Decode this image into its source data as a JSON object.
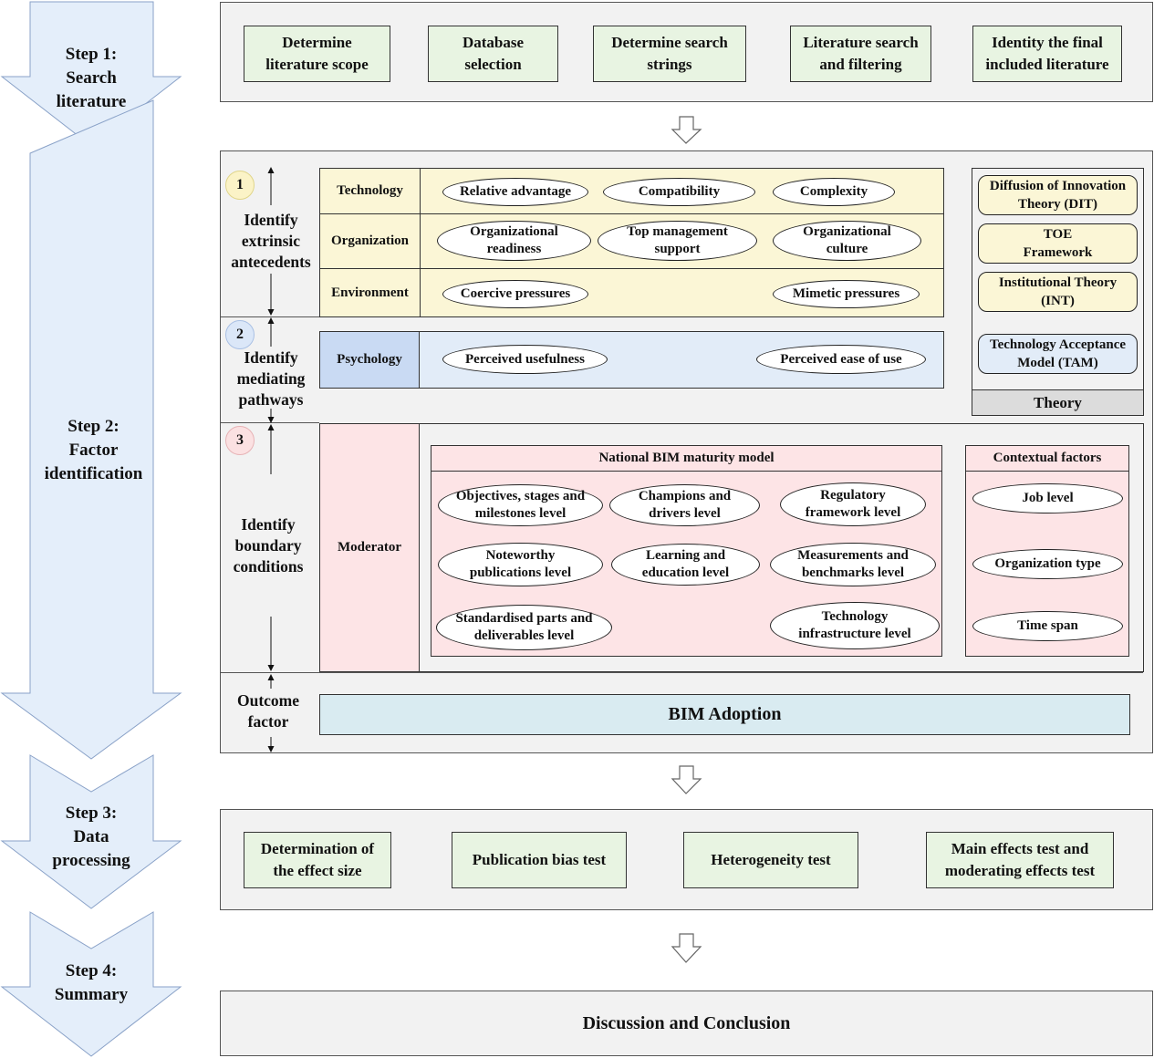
{
  "steps": [
    {
      "label": "Step 1:\nSearch\nliterature"
    },
    {
      "label": "Step 2:\nFactor\nidentification"
    },
    {
      "label": "Step 3:\nData\nprocessing"
    },
    {
      "label": "Step 4:\nSummary"
    }
  ],
  "search_flow": [
    "Determine\nliterature scope",
    "Database\nselection",
    "Determine search\nstrings",
    "Literature search\nand filtering",
    "Identity  the final\nincluded literature"
  ],
  "sections": {
    "extrinsic": {
      "number": "1",
      "label": "Identify\nextrinsic\nantecedents"
    },
    "mediating": {
      "number": "2",
      "label": "Identify\nmediating\npathways"
    },
    "boundary": {
      "number": "3",
      "label": "Identify\nboundary\nconditions"
    },
    "outcome": {
      "label": "Outcome\nfactor"
    }
  },
  "categories": {
    "technology": {
      "label": "Technology",
      "items": [
        "Relative advantage",
        "Compatibility",
        "Complexity"
      ]
    },
    "organization": {
      "label": "Organization",
      "items": [
        "Organizational\nreadiness",
        "Top management\nsupport",
        "Organizational\nculture"
      ]
    },
    "environment": {
      "label": "Environment",
      "items": [
        "Coercive pressures",
        "Mimetic pressures"
      ]
    },
    "psychology": {
      "label": "Psychology",
      "items": [
        "Perceived usefulness",
        "Perceived ease of use"
      ]
    },
    "moderator": {
      "label": "Moderator"
    }
  },
  "bim_maturity": {
    "title": "National BIM maturity model",
    "items": [
      "Objectives, stages and\nmilestones level",
      "Champions and\ndrivers level",
      "Regulatory\nframework level",
      "Noteworthy\npublications level",
      "Learning and\neducation level",
      "Measurements and\nbenchmarks level",
      "Standardised parts and\ndeliverables level",
      "Technology\ninfrastructure level"
    ]
  },
  "contextual": {
    "title": "Contextual factors",
    "items": [
      "Job level",
      "Organization type",
      "Time span"
    ]
  },
  "theory": {
    "title": "Theory",
    "items": [
      "Diffusion of Innovation\nTheory (DIT)",
      "TOE\nFramework",
      "Institutional Theory\n(INT)",
      "Technology Acceptance\nModel (TAM)"
    ]
  },
  "outcome_box": "BIM Adoption",
  "processing_flow": [
    "Determination of\nthe effect size",
    "Publication bias test",
    "Heterogeneity test",
    "Main effects test and\nmoderating effects test"
  ],
  "summary_box": "Discussion and Conclusion",
  "colors": {
    "step_arrow": "#e4eefa",
    "flow_box": "#e8f4e2",
    "panel": "#f2f2f2",
    "extrinsic_bg": "#fbf6d6",
    "psychology_bg": "#e2ecf8",
    "psychology_label_bg": "#c9daf3",
    "moderator_bg": "#fde4e6",
    "badge_1": "#fbf3c7",
    "badge_2": "#dbe7f8",
    "badge_3": "#fbe1e2",
    "outcome_bg": "#d9ebf1",
    "theory_title_bg": "#dcdcdc"
  }
}
